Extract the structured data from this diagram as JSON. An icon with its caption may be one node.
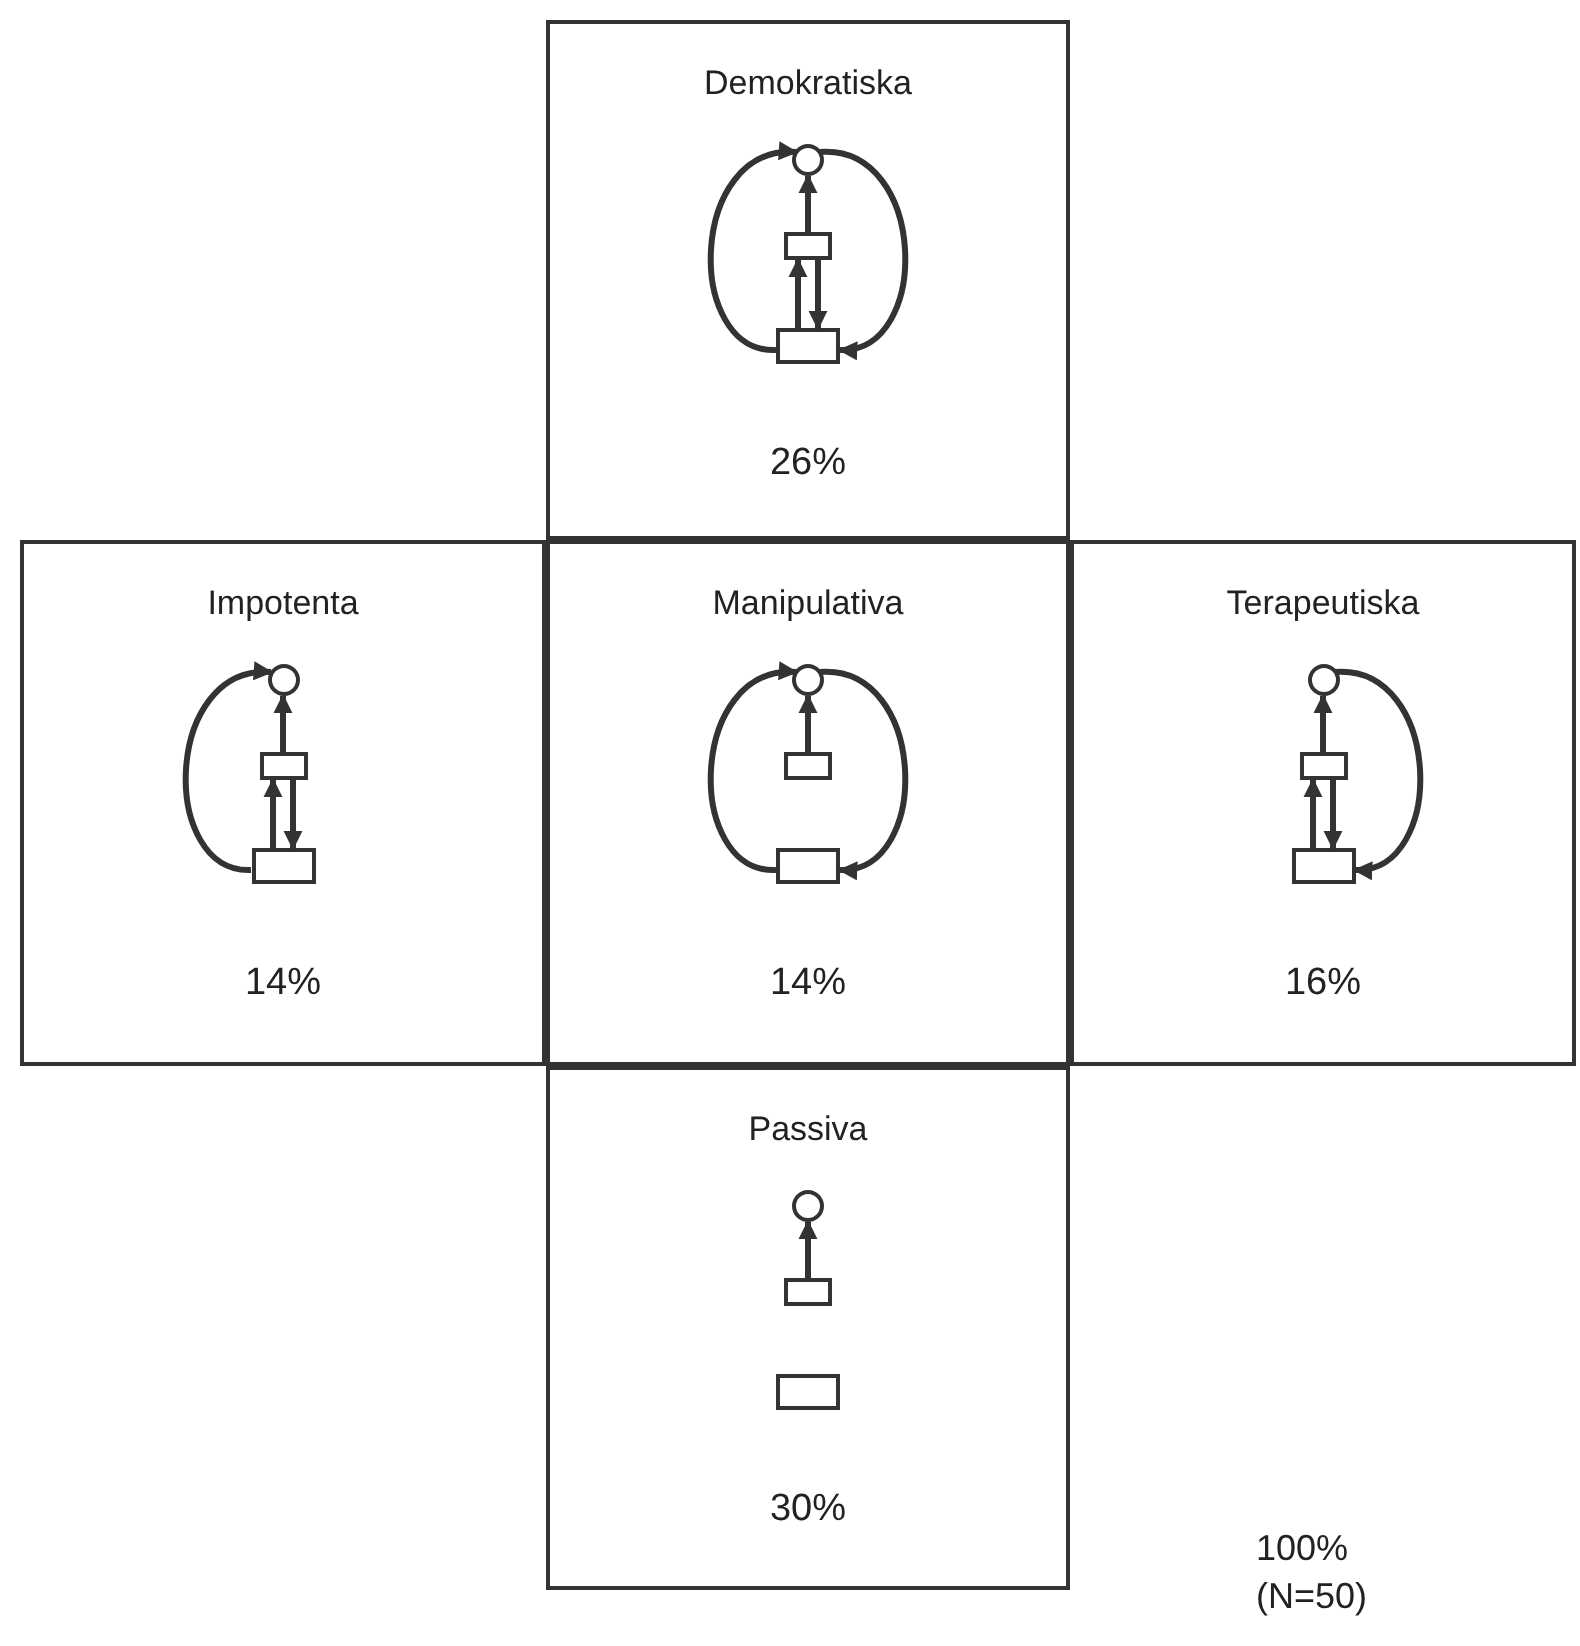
{
  "diagram": {
    "nodes": [
      {
        "text": [
          "Demokratiska",
          "26%"
        ]
      },
      {
        "text": [],
        "shape": "circle",
        "in": 0
      },
      {
        "text": [],
        "shape": "box",
        "in": 0
      },
      {
        "text": [],
        "shape": "box",
        "in": 0
      },
      {
        "text": [
          "Impotenta",
          "14%"
        ]
      },
      {
        "text": [],
        "shape": "circle",
        "in": 4
      },
      {
        "text": [],
        "shape": "box",
        "in": 4
      },
      {
        "text": [],
        "shape": "box",
        "in": 4
      },
      {
        "text": [
          "Manipulativa",
          "14%"
        ]
      },
      {
        "text": [],
        "shape": "circle",
        "in": 8
      },
      {
        "text": [],
        "shape": "box",
        "in": 8
      },
      {
        "text": [],
        "shape": "box",
        "in": 8
      },
      {
        "text": [
          "Terapeutiska",
          "16%"
        ]
      },
      {
        "text": [],
        "shape": "circle",
        "in": 12
      },
      {
        "text": [],
        "shape": "box",
        "in": 12
      },
      {
        "text": [],
        "shape": "box",
        "in": 12
      },
      {
        "text": [
          "Passiva",
          "30%"
        ]
      },
      {
        "text": [],
        "shape": "circle",
        "in": 16
      },
      {
        "text": [],
        "shape": "box",
        "in": 16
      },
      {
        "text": [],
        "shape": "box",
        "in": 16
      }
    ],
    "edges": [
      {
        "from": 2,
        "to": 1,
        "arrow": "to"
      },
      {
        "from": 3,
        "to": 2,
        "arrow": "to"
      },
      {
        "from": 2,
        "to": 3,
        "arrow": "to"
      },
      {
        "from": 3,
        "to": 1,
        "arrow": "to"
      },
      {
        "from": 1,
        "to": 3,
        "arrow": "to"
      },
      {
        "from": 6,
        "to": 5,
        "arrow": "to"
      },
      {
        "from": 7,
        "to": 6,
        "arrow": "to"
      },
      {
        "from": 6,
        "to": 7,
        "arrow": "to"
      },
      {
        "from": 7,
        "to": 5,
        "arrow": "to"
      },
      {
        "from": 10,
        "to": 9,
        "arrow": "to"
      },
      {
        "from": 11,
        "to": 9,
        "arrow": "to"
      },
      {
        "from": 9,
        "to": 11,
        "arrow": "to"
      },
      {
        "from": 14,
        "to": 13,
        "arrow": "to"
      },
      {
        "from": 15,
        "to": 14,
        "arrow": "to"
      },
      {
        "from": 14,
        "to": 15,
        "arrow": "to"
      },
      {
        "from": 13,
        "to": 15,
        "arrow": "to"
      },
      {
        "from": 18,
        "to": 17,
        "arrow": "to"
      }
    ],
    "labels": [
      "100%",
      "(N=50)"
    ]
  }
}
